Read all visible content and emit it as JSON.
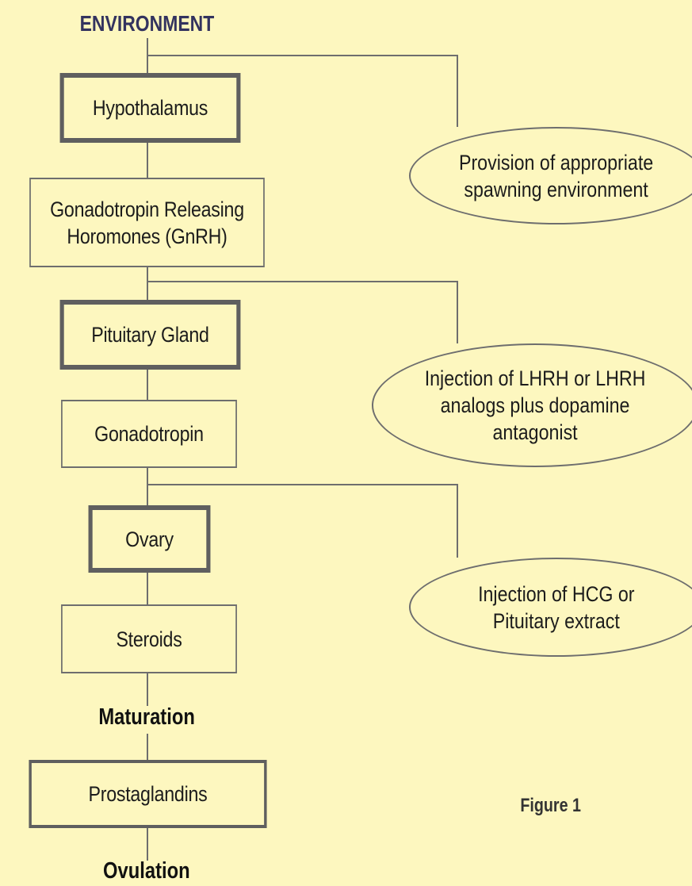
{
  "diagram": {
    "environment": "ENVIRONMENT",
    "hypothalamus": "Hypothalamus",
    "gnrh": "Gonadotropin Releasing\nHoromones (GnRH)",
    "pituitary": "Pituitary Gland",
    "gonadotropin": "Gonadotropin",
    "ovary": "Ovary",
    "steroids": "Steroids",
    "maturation": "Maturation",
    "prostaglandins": "Prostaglandins",
    "ovulation": "Ovulation",
    "intervention_environment": "Provision of appropriate\nspawning environment",
    "intervention_lhrh": "Injection of LHRH or LHRH\nanalogs plus dopamine\nantagonist",
    "intervention_hcg": "Injection of HCG or\nPituitary extract",
    "figure_caption": "Figure 1"
  }
}
